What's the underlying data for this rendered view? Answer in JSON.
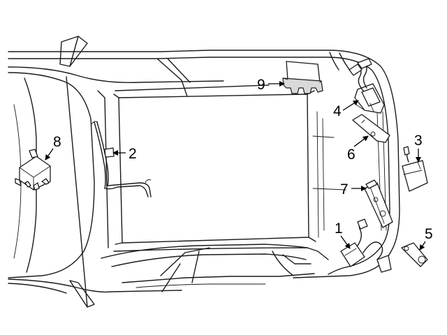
{
  "callouts": [
    {
      "id": "1",
      "label": "1"
    },
    {
      "id": "2",
      "label": "2"
    },
    {
      "id": "3",
      "label": "3"
    },
    {
      "id": "4",
      "label": "4"
    },
    {
      "id": "5",
      "label": "5"
    },
    {
      "id": "6",
      "label": "6"
    },
    {
      "id": "7",
      "label": "7"
    },
    {
      "id": "8",
      "label": "8"
    },
    {
      "id": "9",
      "label": "9"
    }
  ],
  "colors": {
    "line": "#1a1a1a",
    "background": "#ffffff",
    "part_shade": "#d9d9d9"
  }
}
